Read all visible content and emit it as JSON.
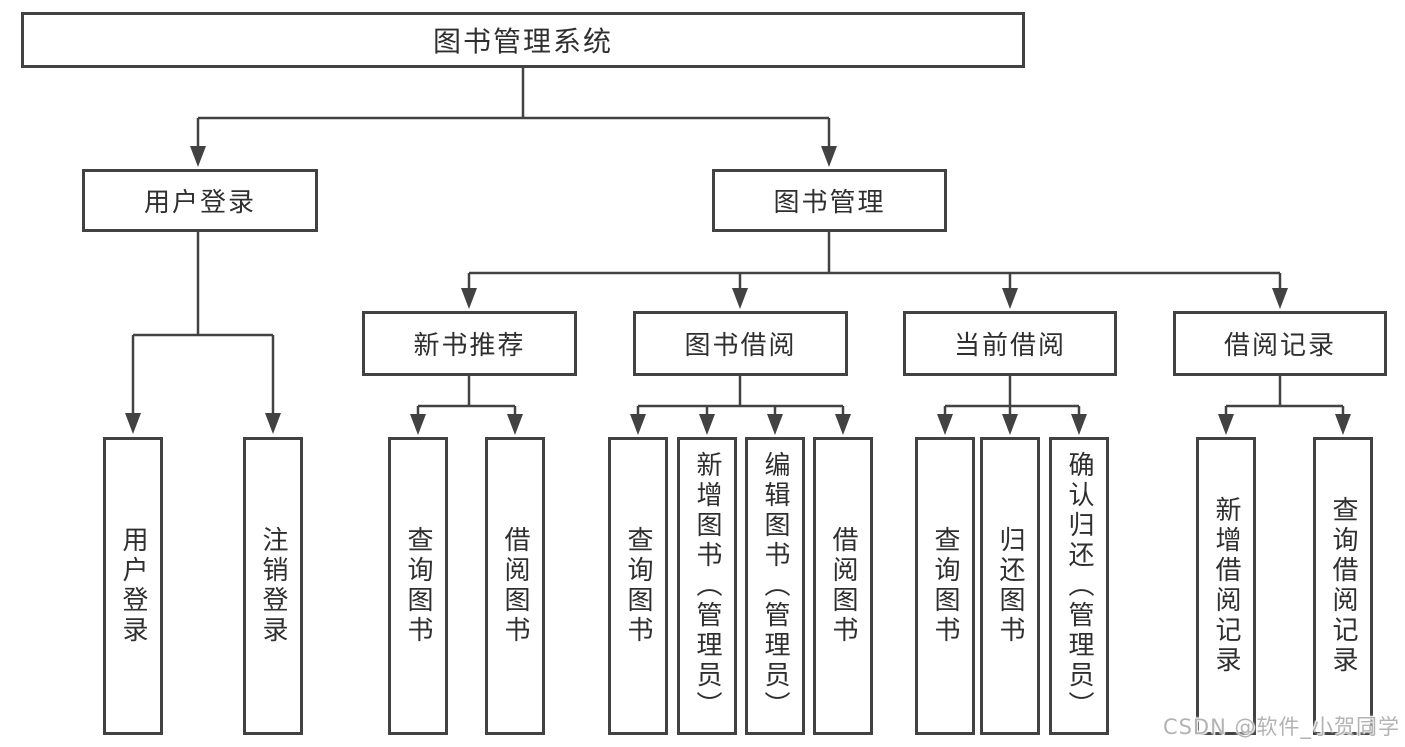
{
  "tree": {
    "root": "图书管理系统",
    "branches": [
      {
        "label": "用户登录",
        "children": [
          "用户登录",
          "注销登录"
        ]
      },
      {
        "label": "图书管理",
        "groups": [
          {
            "label": "新书推荐",
            "children": [
              "查询图书",
              "借阅图书"
            ]
          },
          {
            "label": "图书借阅",
            "children": [
              "查询图书",
              "新增图书（管理员）",
              "编辑图书（管理员）",
              "借阅图书"
            ]
          },
          {
            "label": "当前借阅",
            "children": [
              "查询图书",
              "归还图书",
              "确认归还（管理员）"
            ]
          },
          {
            "label": "借阅记录",
            "children": [
              "新增借阅记录",
              "查询借阅记录"
            ]
          }
        ]
      }
    ]
  },
  "watermark": "CSDN @软件_小贺同学",
  "colors": {
    "line": "#424242",
    "text": "#2f2f2f",
    "watermark": "#b3b3b3",
    "background": "#ffffff"
  }
}
